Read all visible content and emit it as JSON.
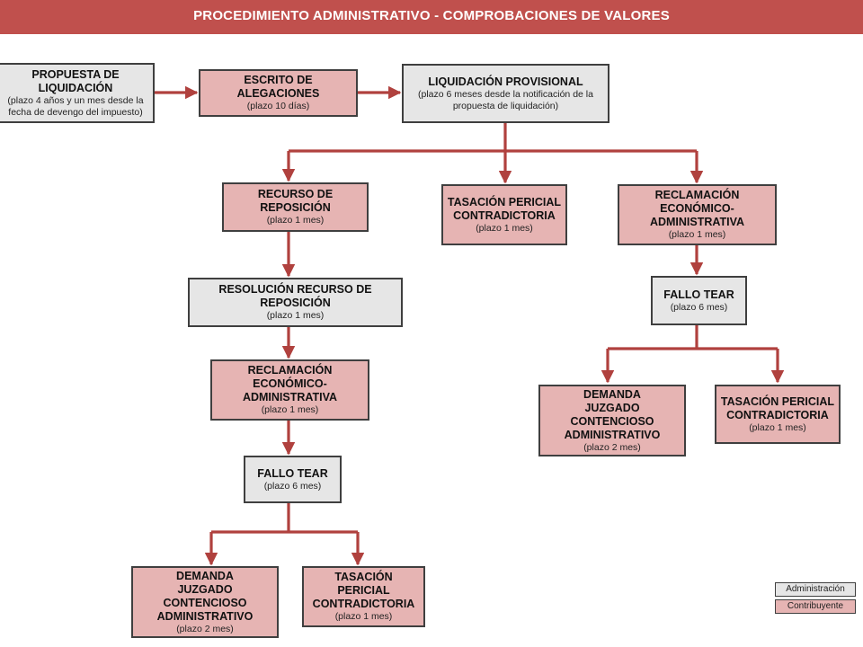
{
  "header": {
    "title": "PROCEDIMIENTO ADMINISTRATIVO - COMPROBACIONES DE VALORES"
  },
  "colors": {
    "banner": "#c0504d",
    "administracion": "#e6e6e6",
    "contribuyente": "#e6b4b3",
    "arrow": "#b0413e"
  },
  "nodes": {
    "propuesta": {
      "title": "PROPUESTA DE LIQUIDACIÓN",
      "sub": "(plazo 4 años y un mes desde la\nfecha de devengo del impuesto)"
    },
    "alegaciones": {
      "title": "ESCRITO DE ALEGACIONES",
      "sub": "(plazo 10 días)"
    },
    "liq_provisional": {
      "title": "LIQUIDACIÓN PROVISIONAL",
      "sub": "(plazo 6 meses desde la notificación de la\npropuesta de liquidación)"
    },
    "recurso_reposicion": {
      "title": "RECURSO DE REPOSICIÓN",
      "sub": "(plazo 1 mes)"
    },
    "tasacion_1": {
      "title": "TASACIÓN PERICIAL\nCONTRADICTORIA",
      "sub": "(plazo 1 mes)"
    },
    "reclamacion_1": {
      "title": "RECLAMACIÓN\nECONÓMICO-ADMINISTRATIVA",
      "sub": "(plazo 1 mes)"
    },
    "resolucion_recurso": {
      "title": "RESOLUCIÓN RECURSO DE REPOSICIÓN",
      "sub": "(plazo 1 mes)"
    },
    "fallo_tear_1": {
      "title": "FALLO TEAR",
      "sub": "(plazo 6 mes)"
    },
    "reclamacion_2": {
      "title": "RECLAMACIÓN\nECONÓMICO-ADMINISTRATIVA",
      "sub": "(plazo 1 mes)"
    },
    "demanda_1": {
      "title": "DEMANDA\nJUZGADO CONTENCIOSO\nADMINISTRATIVO",
      "sub": "(plazo 2 mes)"
    },
    "tasacion_2": {
      "title": "TASACIÓN PERICIAL\nCONTRADICTORIA",
      "sub": "(plazo 1 mes)"
    },
    "fallo_tear_2": {
      "title": "FALLO TEAR",
      "sub": "(plazo 6 mes)"
    },
    "demanda_2": {
      "title": "DEMANDA\nJUZGADO CONTENCIOSO\nADMINISTRATIVO",
      "sub": "(plazo 2 mes)"
    },
    "tasacion_3": {
      "title": "TASACIÓN PERICIAL\nCONTRADICTORIA",
      "sub": "(plazo 1 mes)"
    }
  },
  "legend": {
    "administracion": "Administración",
    "contribuyente": "Contribuyente"
  }
}
